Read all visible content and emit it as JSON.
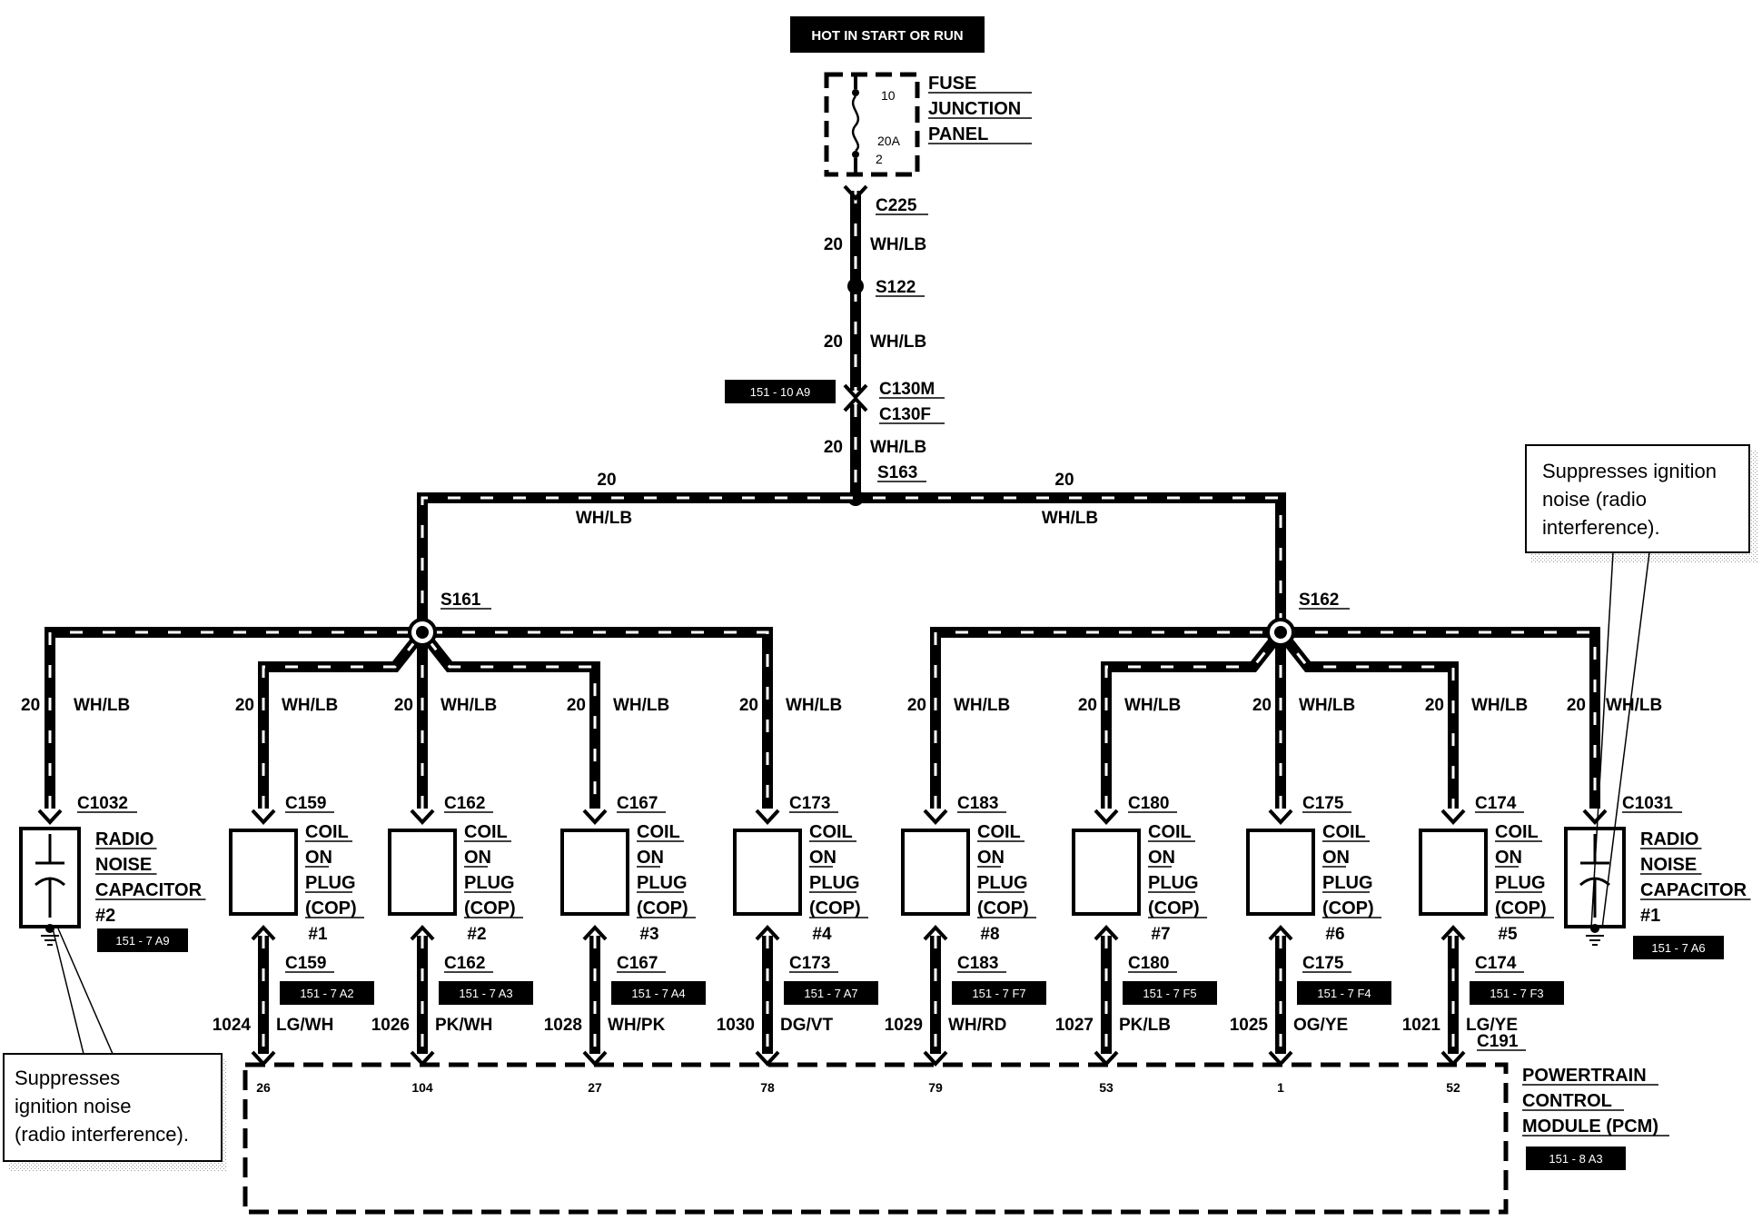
{
  "header": {
    "banner": "HOT IN START OR RUN"
  },
  "fuse_panel": {
    "label_lines": [
      "FUSE",
      "JUNCTION",
      "PANEL"
    ],
    "fuse_number": "10",
    "fuse_rating": "20A",
    "terminal": "2"
  },
  "main_feed": {
    "connector": "C225",
    "gauge_1": "20",
    "color_1": "WH/LB",
    "splice": "S122",
    "gauge_2": "20",
    "color_2": "WH/LB",
    "ref_box": "151 - 10 A9",
    "connector_male": "C130M",
    "connector_female": "C130F",
    "gauge_3": "20",
    "color_3": "WH/LB",
    "splice_main": "S163"
  },
  "branches": {
    "left": {
      "gauge": "20",
      "color": "WH/LB",
      "splice": "S161"
    },
    "right": {
      "gauge": "20",
      "color": "WH/LB",
      "splice": "S162"
    }
  },
  "capacitors": [
    {
      "connector": "C1032",
      "lines": [
        "RADIO",
        "NOISE",
        "CAPACITOR",
        "#2"
      ],
      "ref": "151 - 7 A9",
      "gauge": "20",
      "color": "WH/LB"
    },
    {
      "connector": "C1031",
      "lines": [
        "RADIO",
        "NOISE",
        "CAPACITOR",
        "#1"
      ],
      "ref": "151 - 7 A6",
      "gauge": "20",
      "color": "WH/LB"
    }
  ],
  "coils": [
    {
      "top_conn": "C159",
      "num": "#1",
      "bottom_conn": "C159",
      "ref": "151 - 7 A2",
      "circuit": "1024",
      "wire_color": "LG/WH",
      "pin": "26",
      "gauge": "20",
      "feed_color": "WH/LB"
    },
    {
      "top_conn": "C162",
      "num": "#2",
      "bottom_conn": "C162",
      "ref": "151 - 7 A3",
      "circuit": "1026",
      "wire_color": "PK/WH",
      "pin": "104",
      "gauge": "20",
      "feed_color": "WH/LB"
    },
    {
      "top_conn": "C167",
      "num": "#3",
      "bottom_conn": "C167",
      "ref": "151 - 7 A4",
      "circuit": "1028",
      "wire_color": "WH/PK",
      "pin": "27",
      "gauge": "20",
      "feed_color": "WH/LB"
    },
    {
      "top_conn": "C173",
      "num": "#4",
      "bottom_conn": "C173",
      "ref": "151 - 7 A7",
      "circuit": "1030",
      "wire_color": "DG/VT",
      "pin": "78",
      "gauge": "20",
      "feed_color": "WH/LB"
    },
    {
      "top_conn": "C183",
      "num": "#8",
      "bottom_conn": "C183",
      "ref": "151 - 7 F7",
      "circuit": "1029",
      "wire_color": "WH/RD",
      "pin": "79",
      "gauge": "20",
      "feed_color": "WH/LB"
    },
    {
      "top_conn": "C180",
      "num": "#7",
      "bottom_conn": "C180",
      "ref": "151 - 7 F5",
      "circuit": "1027",
      "wire_color": "PK/LB",
      "pin": "53",
      "gauge": "20",
      "feed_color": "WH/LB"
    },
    {
      "top_conn": "C175",
      "num": "#6",
      "bottom_conn": "C175",
      "ref": "151 - 7 F4",
      "circuit": "1025",
      "wire_color": "OG/YE",
      "pin": "1",
      "gauge": "20",
      "feed_color": "WH/LB"
    },
    {
      "top_conn": "C174",
      "num": "#5",
      "bottom_conn": "C174",
      "ref": "151 - 7 F3",
      "circuit": "1021",
      "wire_color": "LG/YE",
      "pin": "52",
      "gauge": "20",
      "feed_color": "WH/LB"
    }
  ],
  "coil_label_lines": [
    "COIL",
    "ON",
    "PLUG",
    "(COP)"
  ],
  "pcm": {
    "connector": "C191",
    "lines": [
      "POWERTRAIN",
      "CONTROL",
      "MODULE (PCM)"
    ],
    "ref": "151 - 8 A3"
  },
  "callouts": {
    "right": [
      "Suppresses ignition",
      "noise (radio",
      "interference)."
    ],
    "left": [
      "Suppresses",
      "ignition noise",
      "(radio interference)."
    ]
  }
}
